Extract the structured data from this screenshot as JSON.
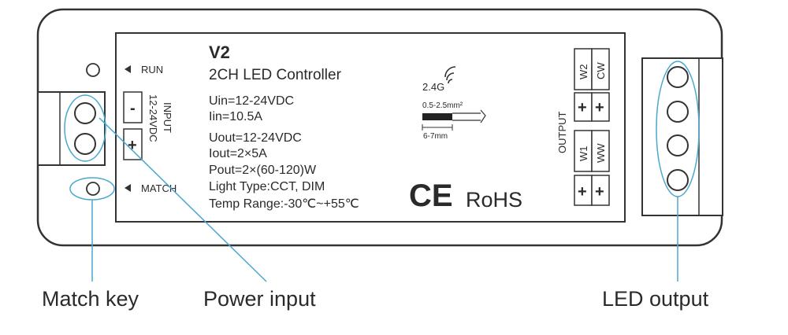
{
  "device": {
    "model": "V2",
    "name": "2CH LED Controller",
    "run_label": "RUN",
    "match_label": "MATCH",
    "input_label": "INPUT",
    "input_voltage": "12-24VDC",
    "minus_sign": "-",
    "plus_sign": "+",
    "specs": {
      "uin": "Uin=12-24VDC",
      "iin": "Iin=10.5A",
      "uout": "Uout=12-24VDC",
      "iout": "Iout=2×5A",
      "pout": "Pout=2×(60-120)W",
      "light_type": "Light Type:CCT, DIM",
      "temp_range": "Temp Range:-30℃~+55℃"
    },
    "wireless": "2.4G",
    "wire_gauge": "0.5-2.5mm²",
    "strip_length": "6-7mm",
    "ce": "CE",
    "rohs": "RoHS",
    "output_label": "OUTPUT",
    "output_terminals": {
      "w2": "W2",
      "cw": "CW",
      "w1": "W1",
      "ww": "WW",
      "plus": "+"
    }
  },
  "callouts": {
    "match_key": "Match key",
    "power_input": "Power input",
    "led_output": "LED output"
  },
  "colors": {
    "callout_line": "#4aa8cf",
    "outline": "#333333"
  }
}
